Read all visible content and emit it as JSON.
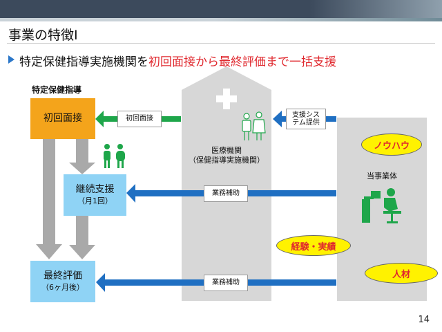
{
  "slide": {
    "title": "事業の特徴Ⅰ",
    "subtitle_prefix": "特定保健指導実施機関を",
    "subtitle_highlight": "初回面接から最終評価まで一括支援",
    "section_label": "特定保健指導",
    "page_number": "14"
  },
  "boxes": {
    "initial": {
      "main": "初回面接"
    },
    "continuing": {
      "main": "継続支援",
      "sub": "（月1回）"
    },
    "final": {
      "main": "最終評価",
      "sub": "（6ヶ月後）"
    }
  },
  "building": {
    "line1": "医療機関",
    "line2": "（保健指導実施機関）"
  },
  "organization": {
    "label": "当事業体"
  },
  "arrow_tags": {
    "initial": "初回面接",
    "system_line1": "支援シス",
    "system_line2": "テム提供",
    "support1": "業務補助",
    "support2": "業務補助"
  },
  "ovals": {
    "knowhow": "ノウハウ",
    "experience": "経験・実績",
    "talent": "人材"
  },
  "colors": {
    "header": "#3c4a5c",
    "orange_box": "#f4a41b",
    "blue_box": "#8fd3f5",
    "blue_arrow": "#1f6fc2",
    "green_arrow": "#1ea64a",
    "gray_arrow": "#a9a9a9",
    "highlight_red": "#e0282e",
    "oval_yellow": "#fff200"
  },
  "icons": [
    "hospital-cross-icon",
    "medical-staff-icon",
    "patients-icon",
    "office-worker-icon"
  ]
}
